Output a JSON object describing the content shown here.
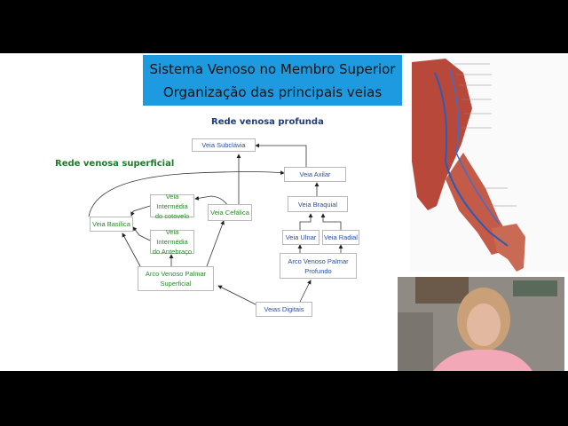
{
  "slide": {
    "title_line1": "Sistema Venoso no Membro Superior",
    "title_line2": "Organização das principais veias",
    "heading_deep": "Rede venosa profunda",
    "heading_superficial": "Rede venosa superficial"
  },
  "nodes": {
    "subclavia": "Veia Subclávia",
    "axilar": "Veia Axilar",
    "braquial": "Veia Braquial",
    "ulnar": "Veia Ulnar",
    "radial": "Veia Radial",
    "arco_profundo_1": "Arco Venoso Palmar",
    "arco_profundo_2": "Profundo",
    "digitais": "Veias Digitais",
    "basilica": "Veia Basílica",
    "cefalica": "Veia Cefálica",
    "intermedia_cotovelo_1": "Veia Intermédia",
    "intermedia_cotovelo_2": "do cotovelo",
    "intermedia_antebraco_1": "Veia Intermédia",
    "intermedia_antebraco_2": "do Antebraço",
    "arco_superficial_1": "Arco Venoso Palmar",
    "arco_superficial_2": "Superficial"
  },
  "colors": {
    "title_bg": "#1e9be0",
    "deep_text": "#2b4fa0",
    "superficial_text": "#2a8a2a"
  }
}
